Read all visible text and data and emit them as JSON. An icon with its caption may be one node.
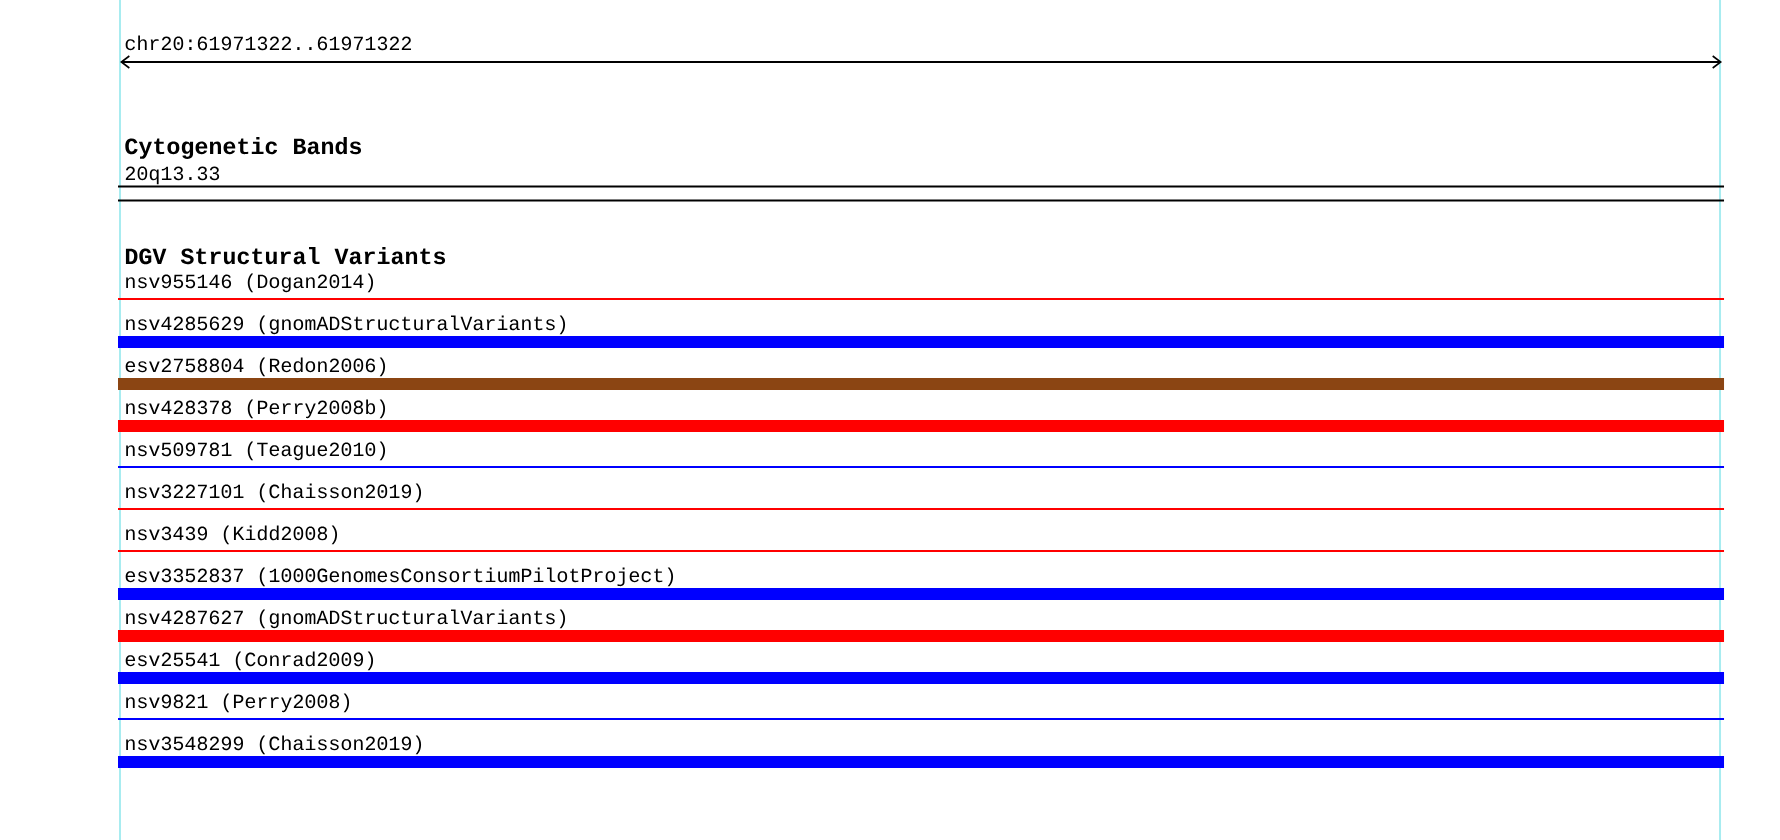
{
  "diagram": {
    "labels": [
      "chr20:61971322..61971322",
      "Cytogenetic Bands",
      "20q13.33",
      "DGV Structural Variants",
      "nsv955146 (Dogan2014)",
      "nsv4285629 (gnomADStructuralVariants)",
      "esv2758804 (Redon2006)",
      "nsv428378 (Perry2008b)",
      "nsv509781 (Teague2010)",
      "nsv3227101 (Chaisson2019)",
      "nsv3439 (Kidd2008)",
      "esv3352837 (1000GenomesConsortiumPilotProject)",
      "nsv4287627 (gnomADStructuralVariants)",
      "esv25541 (Conrad2009)",
      "nsv9821 (Perry2008)",
      "nsv3548299 (Chaisson2019)"
    ]
  }
}
